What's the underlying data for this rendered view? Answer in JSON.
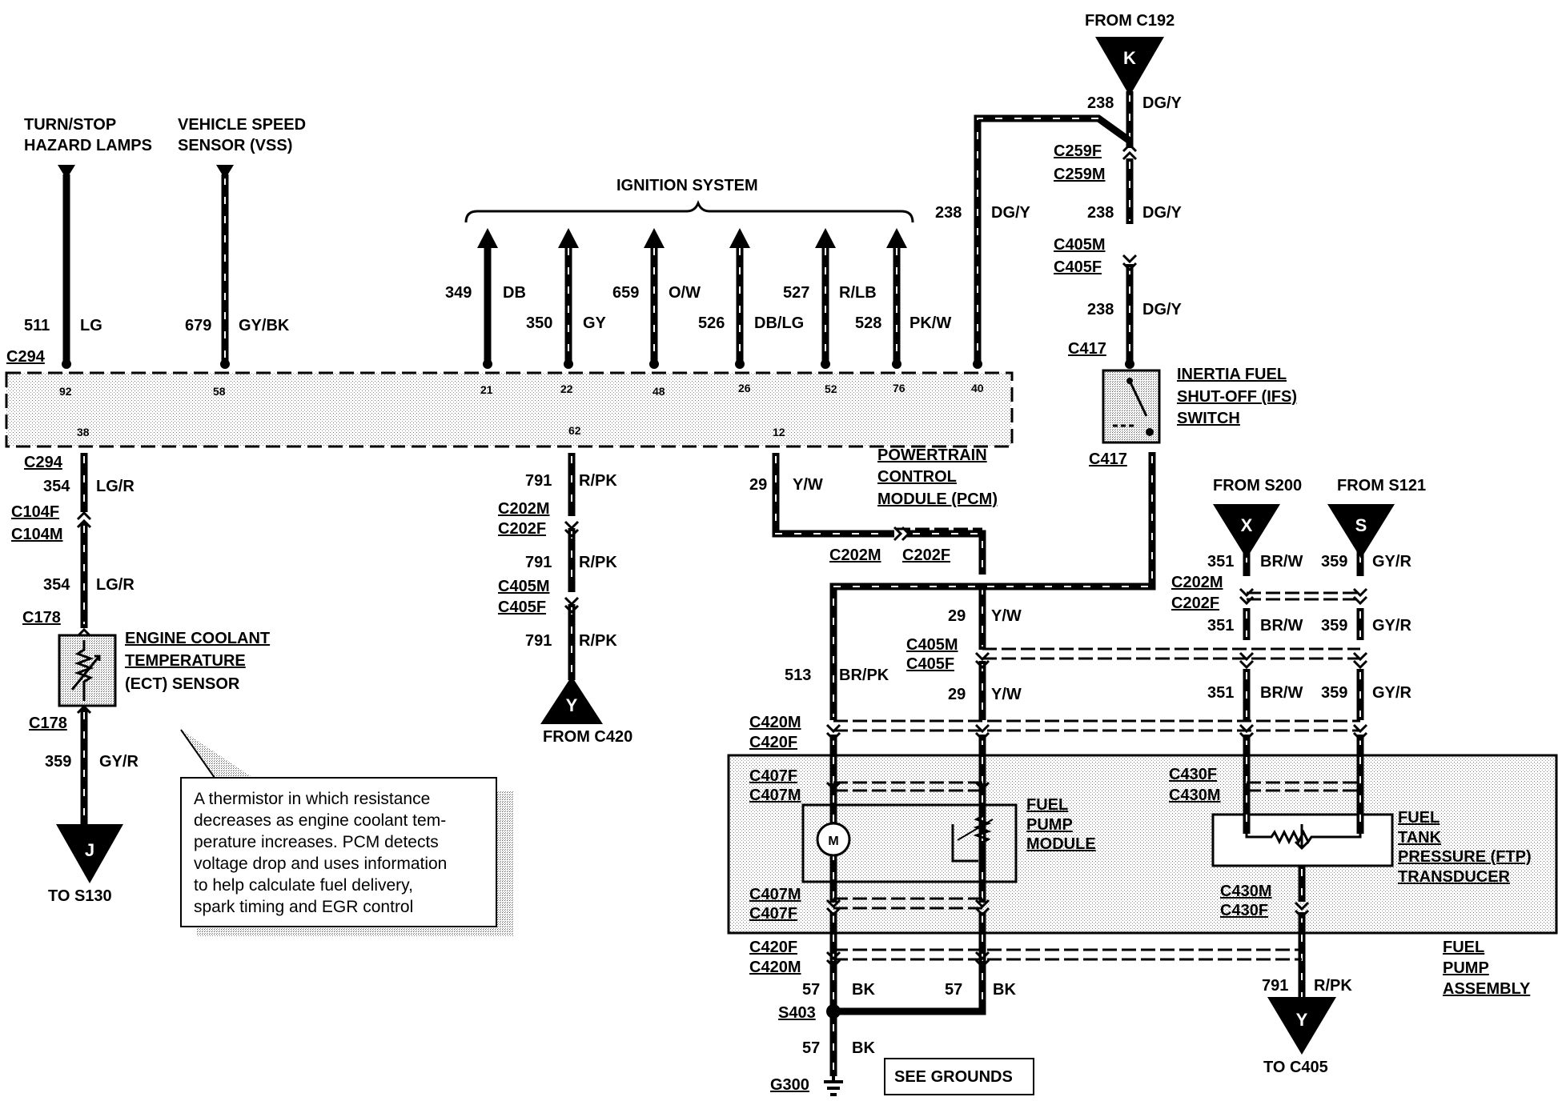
{
  "top_labels": {
    "turn_stop": [
      "TURN/STOP",
      "HAZARD LAMPS"
    ],
    "vss": [
      "VEHICLE SPEED",
      "SENSOR (VSS)"
    ],
    "ignition": "IGNITION SYSTEM",
    "from_c192": "FROM C192"
  },
  "wires": {
    "w511": {
      "num": "511",
      "color": "LG"
    },
    "w679": {
      "num": "679",
      "color": "GY/BK"
    },
    "w349": {
      "num": "349",
      "color": "DB"
    },
    "w350": {
      "num": "350",
      "color": "GY"
    },
    "w659": {
      "num": "659",
      "color": "O/W"
    },
    "w526": {
      "num": "526",
      "color": "DB/LG"
    },
    "w527": {
      "num": "527",
      "color": "R/LB"
    },
    "w528": {
      "num": "528",
      "color": "PK/W"
    },
    "w238": {
      "num": "238",
      "color": "DG/Y"
    },
    "w354": {
      "num": "354",
      "color": "LG/R"
    },
    "w359": {
      "num": "359",
      "color": "GY/R"
    },
    "w791": {
      "num": "791",
      "color": "R/PK"
    },
    "w29": {
      "num": "29",
      "color": "Y/W"
    },
    "w513": {
      "num": "513",
      "color": "BR/PK"
    },
    "w351": {
      "num": "351",
      "color": "BR/W"
    },
    "w57": {
      "num": "57",
      "color": "BK"
    }
  },
  "pcm": {
    "connector": "C294",
    "top_pins": [
      "92",
      "58",
      "21",
      "22",
      "48",
      "26",
      "52",
      "76",
      "40"
    ],
    "bottom_pins": [
      "38",
      "62",
      "12"
    ],
    "name": [
      "POWERTRAIN",
      "CONTROL",
      "MODULE (PCM)"
    ]
  },
  "connectors": {
    "c294": "C294",
    "c104f": "C104F",
    "c104m": "C104M",
    "c178": "C178",
    "c202m": "C202M",
    "c202f": "C202F",
    "c405m": "C405M",
    "c405f": "C405F",
    "c259f": "C259F",
    "c259m": "C259M",
    "c417": "C417",
    "c420m": "C420M",
    "c420f": "C420F",
    "c407f": "C407F",
    "c407m": "C407M",
    "c430f": "C430F",
    "c430m": "C430M",
    "s403": "S403",
    "g300": "G300"
  },
  "components": {
    "ect": [
      "ENGINE COOLANT",
      "TEMPERATURE",
      "(ECT) SENSOR"
    ],
    "ifs": [
      "INERTIA FUEL",
      "SHUT-OFF (IFS)",
      "SWITCH"
    ],
    "fuel_pump_module": [
      "FUEL",
      "PUMP",
      "MODULE"
    ],
    "ftp": [
      "FUEL",
      "TANK",
      "PRESSURE (FTP)",
      "TRANSDUCER"
    ],
    "fuel_pump_assembly": [
      "FUEL",
      "PUMP",
      "ASSEMBLY"
    ],
    "motor": "M"
  },
  "flags": {
    "k": {
      "letter": "K"
    },
    "j": {
      "letter": "J",
      "caption": "TO S130"
    },
    "y_c420": {
      "letter": "Y",
      "caption": "FROM C420"
    },
    "x": {
      "letter": "X",
      "caption": "FROM S200"
    },
    "s": {
      "letter": "S",
      "caption": "FROM S121"
    },
    "y_c405": {
      "letter": "Y",
      "caption": "TO C405"
    }
  },
  "note": {
    "lines": [
      "A thermistor in which resistance",
      "decreases as engine coolant tem-",
      "perature increases. PCM detects",
      "voltage drop and uses information",
      "to help calculate fuel delivery,",
      "spark timing and EGR control"
    ]
  },
  "see_grounds": "SEE GROUNDS"
}
